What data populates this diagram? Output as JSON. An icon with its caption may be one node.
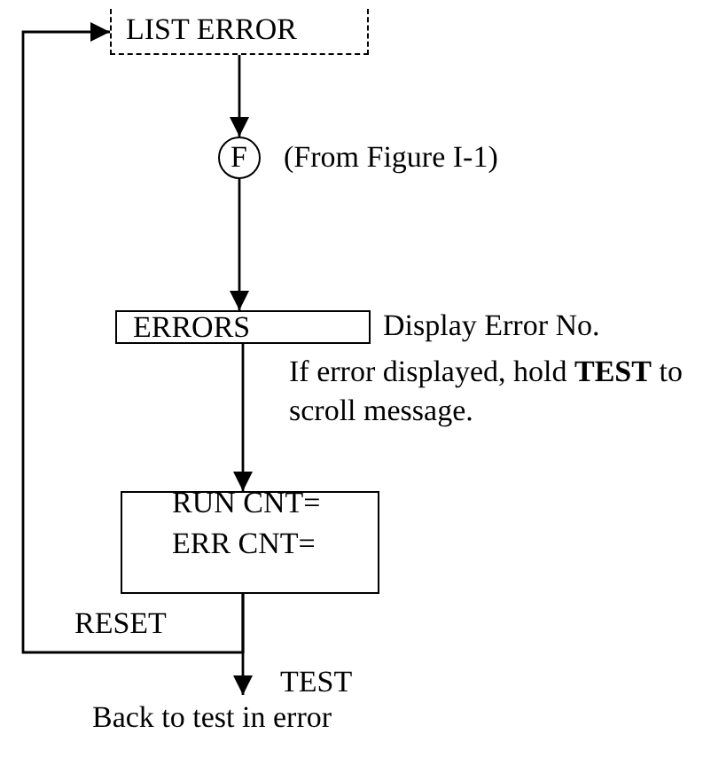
{
  "diagram": {
    "nodes": [
      {
        "text": [
          "LIST ERROR"
        ]
      },
      {
        "text": [
          "F"
        ],
        "beside": [
          "(From Figure I-1)"
        ]
      },
      {
        "text": [
          "ERRORS"
        ],
        "beside": [
          "Display Error No.",
          "If error displayed, hold **TEST** to scroll message."
        ]
      },
      {
        "text": [
          "RUN CNT=",
          "ERR CNT="
        ]
      },
      {
        "text": [
          "Back to test in error"
        ]
      }
    ],
    "edges": [
      {
        "from": 0,
        "to": 1,
        "arrow": "to"
      },
      {
        "from": 1,
        "to": 2,
        "arrow": "to"
      },
      {
        "from": 2,
        "to": 3,
        "arrow": "to"
      },
      {
        "from": 3,
        "to": 4,
        "arrow": "to",
        "label": "TEST"
      },
      {
        "from": 3,
        "to": 0,
        "arrow": "to",
        "label": "RESET"
      }
    ]
  }
}
